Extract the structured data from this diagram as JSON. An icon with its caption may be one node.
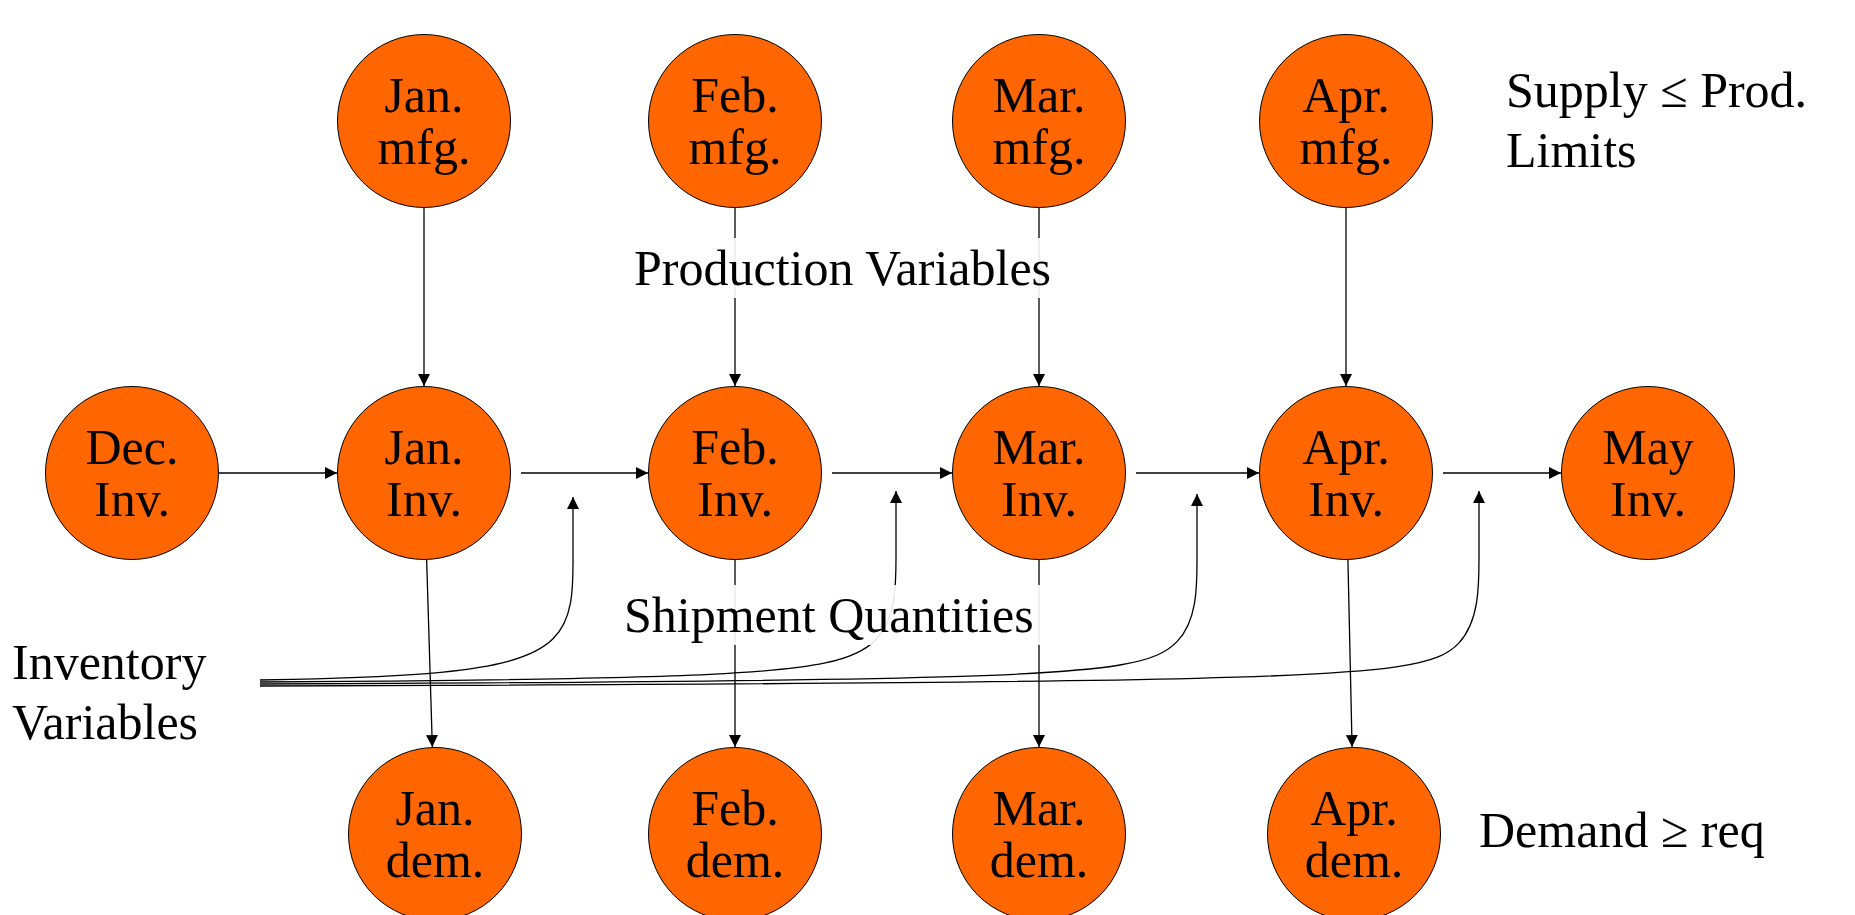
{
  "diagram": {
    "nodes": [
      {
        "text": [
          "Jan. mfg."
        ]
      },
      {
        "text": [
          "Feb. mfg."
        ]
      },
      {
        "text": [
          "Mar. mfg."
        ]
      },
      {
        "text": [
          "Apr. mfg."
        ]
      },
      {
        "text": [
          "Dec. Inv."
        ]
      },
      {
        "text": [
          "Jan. Inv."
        ]
      },
      {
        "text": [
          "Feb. Inv."
        ]
      },
      {
        "text": [
          "Mar. Inv."
        ]
      },
      {
        "text": [
          "Apr. Inv."
        ]
      },
      {
        "text": [
          "May Inv."
        ]
      },
      {
        "text": [
          "Inventory Variables"
        ]
      },
      {
        "text": [
          "Jan. dem."
        ]
      },
      {
        "text": [
          "Feb. dem."
        ]
      },
      {
        "text": [
          "Mar. dem."
        ]
      },
      {
        "text": [
          "Apr. dem."
        ]
      }
    ],
    "edges": [
      {
        "from": 0,
        "to": 5,
        "arrow": "to"
      },
      {
        "from": 1,
        "to": 6,
        "arrow": "to"
      },
      {
        "from": 2,
        "to": 7,
        "arrow": "to"
      },
      {
        "from": 3,
        "to": 8,
        "arrow": "to"
      },
      {
        "from": 4,
        "to": 5,
        "arrow": "to"
      },
      {
        "from": 5,
        "to": 6,
        "arrow": "to"
      },
      {
        "from": 6,
        "to": 7,
        "arrow": "to"
      },
      {
        "from": 7,
        "to": 8,
        "arrow": "to"
      },
      {
        "from": 8,
        "to": 9,
        "arrow": "to"
      },
      {
        "from": 5,
        "to": 11,
        "arrow": "to"
      },
      {
        "from": 6,
        "to": 12,
        "arrow": "to"
      },
      {
        "from": 7,
        "to": 13,
        "arrow": "to"
      },
      {
        "from": 8,
        "to": 14,
        "arrow": "to"
      },
      {
        "from": 10,
        "to": null,
        "arrow": "to"
      },
      {
        "from": 10,
        "to": null,
        "arrow": "to"
      },
      {
        "from": 10,
        "to": null,
        "arrow": "to"
      },
      {
        "from": 10,
        "to": null,
        "arrow": "to"
      }
    ],
    "labels": [
      "Supply ≤ Prod. Limits",
      "Production Variables",
      "Shipment Quantities",
      "Demand ≥ req"
    ]
  }
}
